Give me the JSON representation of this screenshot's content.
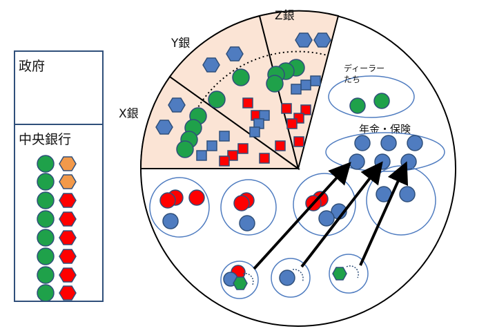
{
  "left_panel": {
    "government_label": "政府",
    "central_bank_label": "中央銀行"
  },
  "diagram": {
    "bank_x_label": "X銀",
    "bank_y_label": "Y銀",
    "bank_z_label": "Z銀",
    "dealers_label": "ディーラー\nたち",
    "pension_label": "年金・保険"
  },
  "colors": {
    "green": "#1fa14a",
    "orange": "#f2994a",
    "red": "#ff0000",
    "blue": "#4f7cc0",
    "outline": "#2f4f7a",
    "bank_fill": "#fbe4d5"
  }
}
